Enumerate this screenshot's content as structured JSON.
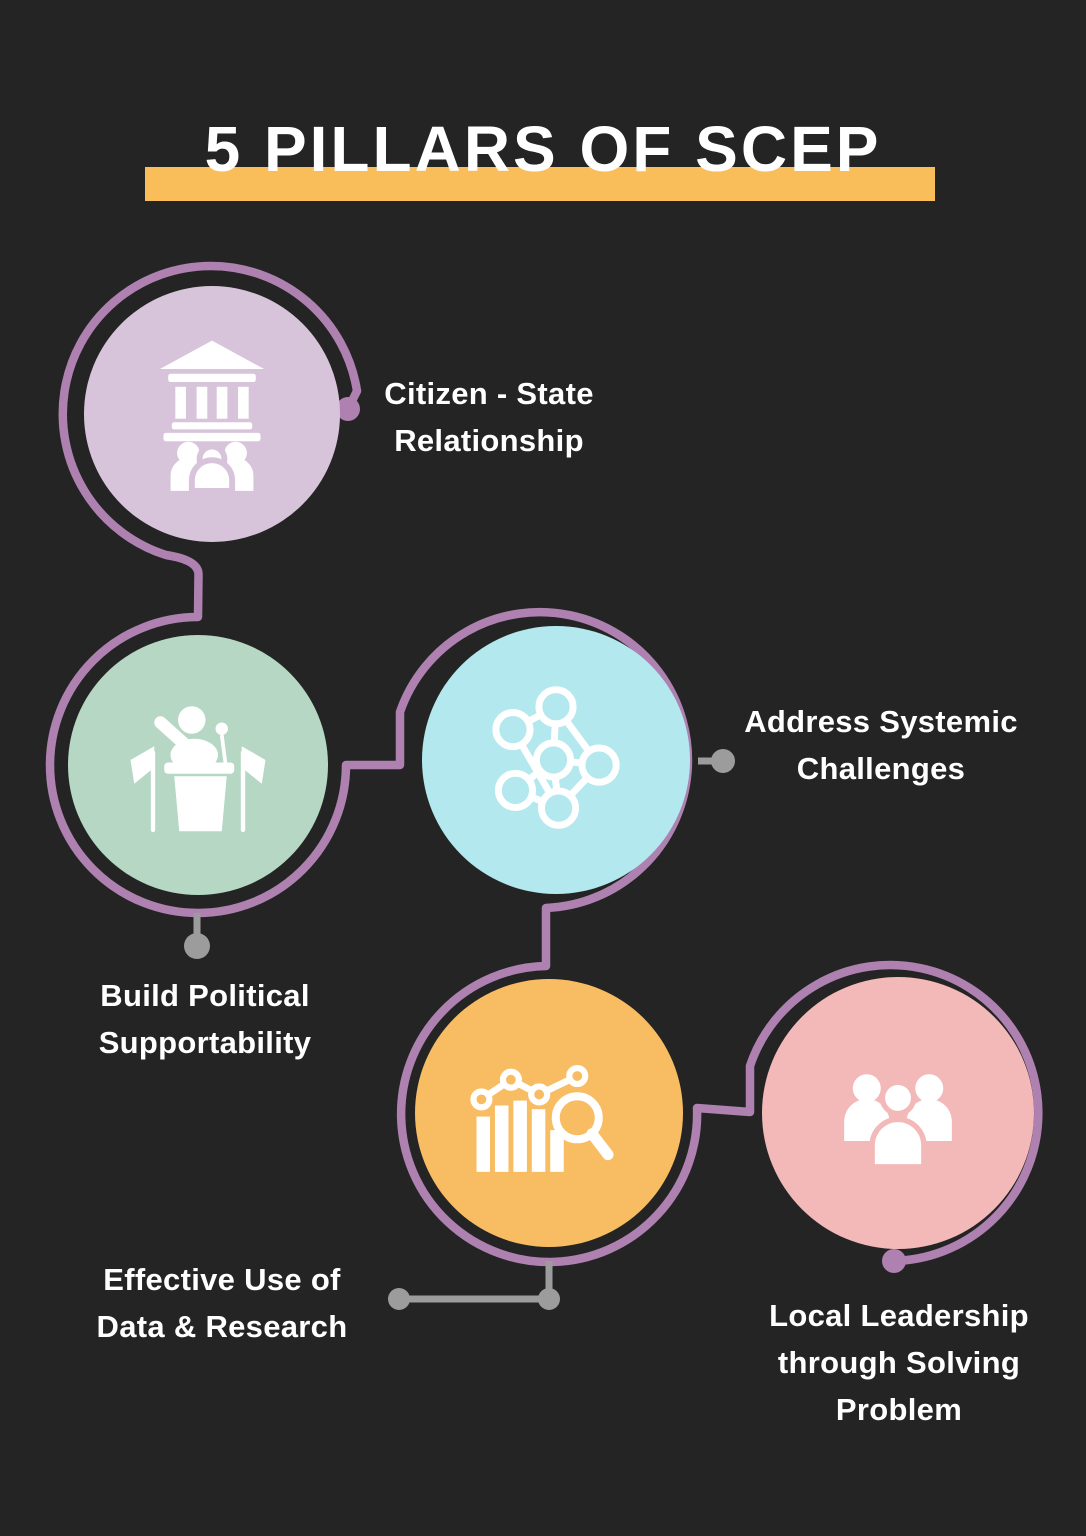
{
  "title": {
    "text": "5 PILLARS OF SCEP"
  },
  "colors": {
    "background": "#242424",
    "accent_bar": "#f9bd59",
    "connector_purple": "#ae81b1",
    "connector_gray": "#9c9c9c",
    "text": "#ffffff"
  },
  "pillars": [
    {
      "id": 1,
      "icon": "government-building-citizens-icon",
      "circle_color": "#d8c4da",
      "label": "Citizen - State Relationship",
      "lines": [
        "Citizen - State",
        "Relationship"
      ]
    },
    {
      "id": 2,
      "icon": "speaker-podium-icon",
      "circle_color": "#b6d7c4",
      "label": "Build Political Supportability",
      "lines": [
        "Build Political",
        "Supportability"
      ]
    },
    {
      "id": 3,
      "icon": "network-nodes-icon",
      "circle_color": "#b2e8ee",
      "label": "Address Systemic Challenges",
      "lines": [
        "Address Systemic",
        "Challenges"
      ]
    },
    {
      "id": 4,
      "icon": "data-chart-magnifier-icon",
      "circle_color": "#f8bd62",
      "label": "Effective Use of Data & Research",
      "lines": [
        "Effective Use of",
        "Data & Research"
      ]
    },
    {
      "id": 5,
      "icon": "people-group-icon",
      "circle_color": "#f2b9b8",
      "label": "Local Leadership through Solving Problem",
      "lines": [
        "Local Leadership",
        "through Solving",
        "Problem"
      ]
    }
  ]
}
